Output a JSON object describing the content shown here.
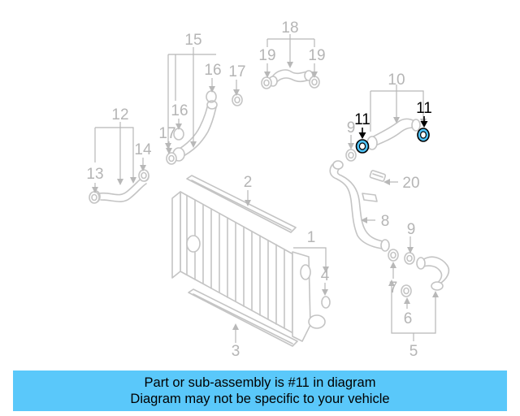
{
  "diagram": {
    "callouts": {
      "c1": "1",
      "c2": "2",
      "c3": "3",
      "c4": "4",
      "c5": "5",
      "c6": "6",
      "c7": "7",
      "c8": "8",
      "c9a": "9",
      "c9b": "9",
      "c10": "10",
      "c11a": "11",
      "c11b": "11",
      "c12": "12",
      "c13": "13",
      "c14": "14",
      "c15": "15",
      "c16a": "16",
      "c16b": "16",
      "c17a": "17",
      "c17b": "17",
      "c18": "18",
      "c19a": "19",
      "c19b": "19",
      "c20": "20"
    },
    "highlight_color": "#4fc3f7",
    "muted_color": "#c4c4c4"
  },
  "banner": {
    "line1": "Part or sub-assembly is #11 in diagram",
    "line2": "Diagram may not be specific to your vehicle",
    "background": "#5ac8fa"
  }
}
